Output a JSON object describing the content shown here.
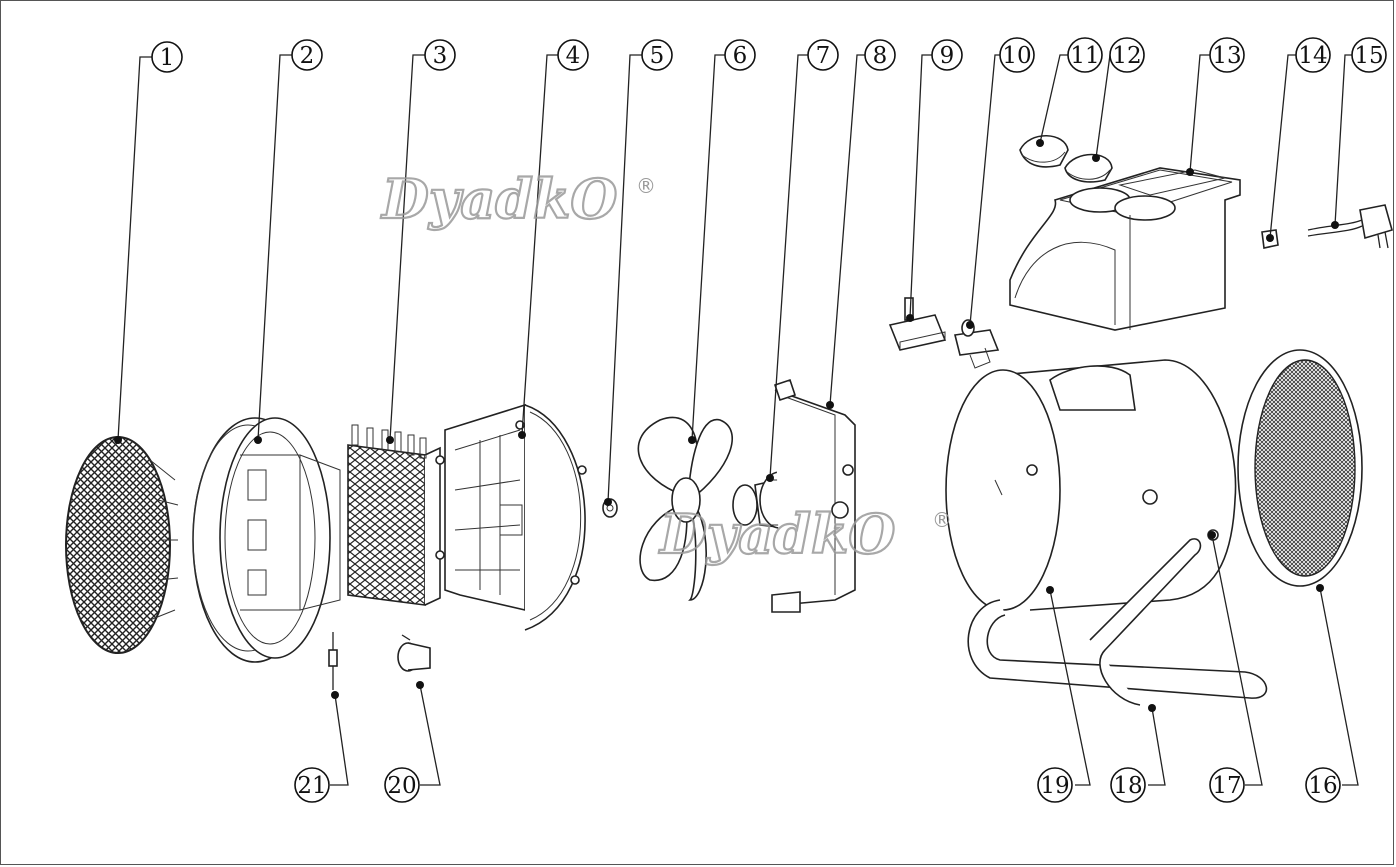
{
  "callouts": [
    "1",
    "2",
    "3",
    "4",
    "5",
    "6",
    "7",
    "8",
    "9",
    "10",
    "11",
    "12",
    "13",
    "14",
    "15",
    "16",
    "17",
    "18",
    "19",
    "20",
    "21"
  ],
  "watermark": {
    "text": "DyadkO",
    "registered_mark": "®"
  }
}
